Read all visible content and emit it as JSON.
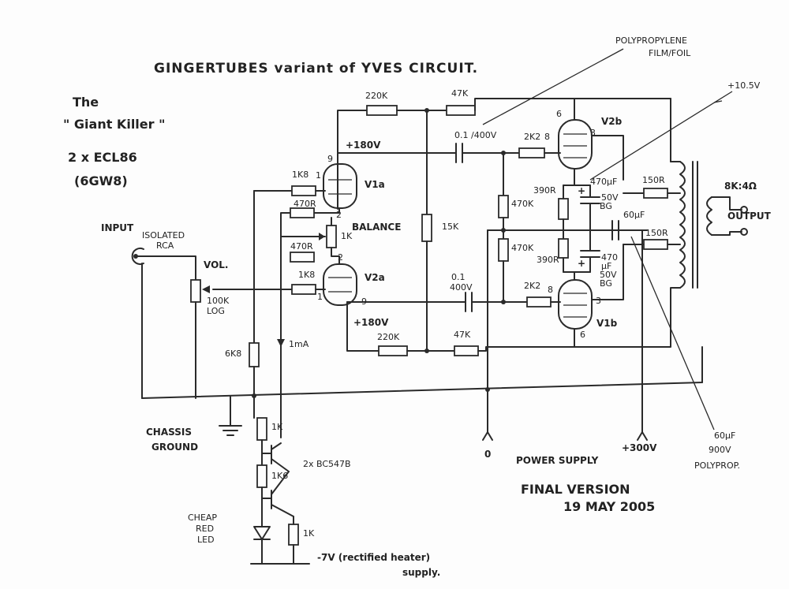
{
  "title": "GINGERTUBES variant of YVES CIRCUIT.",
  "heading": {
    "line1": "The",
    "line2": "\" Giant Killer \"",
    "line3": "2 x ECL86",
    "line4": "(6GW8)"
  },
  "notes": {
    "polyprop_film": "POLYPROPYLENE",
    "polyprop_film2": "FILM/FOIL",
    "bias_voltage": "+10.5V",
    "output_cap_note1": "60µF",
    "output_cap_note2": "900V",
    "output_cap_note3": "POLYPROP.",
    "current_1ma": "1mA",
    "final_version": "FINAL VERSION",
    "date": "19 MAY 2005"
  },
  "input": {
    "label": "INPUT",
    "connector1": "ISOLATED",
    "connector2": "RCA",
    "vol_label": "VOL.",
    "pot_value1": "100K",
    "pot_value2": "LOG"
  },
  "tubes": {
    "v1a": "V1a",
    "v2a": "V2a",
    "v2b": "V2b",
    "v1b": "V1b"
  },
  "pins": {
    "p9a": "9",
    "p1a": "1",
    "p2a": "2",
    "p2b": "2",
    "p1b": "1",
    "p9b": "9",
    "p6a": "6",
    "p3a": "3",
    "p8a": "8",
    "p8b": "8",
    "p3b": "3",
    "p6b": "6"
  },
  "voltages": {
    "b_top": "+180V",
    "b_bottom": "+180V",
    "supply_0": "0",
    "supply_300": "+300V",
    "power_supply": "POWER SUPPLY",
    "heater": "-7V  (rectified heater)",
    "heater2": "supply."
  },
  "components": {
    "r220k_top": "220K",
    "r47k_top": "47K",
    "r220k_bot": "220K",
    "r47k_bot": "47K",
    "r15k": "15K",
    "r1k8_top": "1K8",
    "r1k8_bot": "1K8",
    "r470r_top": "470R",
    "r470r_bot": "470R",
    "r1k_balance": "1K",
    "balance": "BALANCE",
    "c01_top": "0.1 /400V",
    "c01_bot1": "0.1",
    "c01_bot2": "400V",
    "r2k2_top": "2K2",
    "r2k2_bot": "2K2",
    "r470k_top": "470K",
    "r470k_bot": "470K",
    "r390r_top": "390R",
    "r390r_bot": "390R",
    "c470_top1": "470µF",
    "c470_top2": "50V",
    "c470_top3": "BG",
    "c470_bot1": "470",
    "c470_bot2": "µF",
    "c470_bot3": "50V",
    "c470_bot4": "BG",
    "c60uf": "60µF",
    "r150r_top": "150R",
    "r150r_bot": "150R",
    "transformer": "8K:4Ω",
    "output": "OUTPUT",
    "r6k8": "6K8",
    "r1k_q": "1K",
    "r1k6": "1K6",
    "r1k_led": "1K",
    "transistors": "2x BC547B",
    "led1": "CHEAP",
    "led2": "RED",
    "led3": "LED",
    "chassis1": "CHASSIS",
    "chassis2": "GROUND"
  }
}
